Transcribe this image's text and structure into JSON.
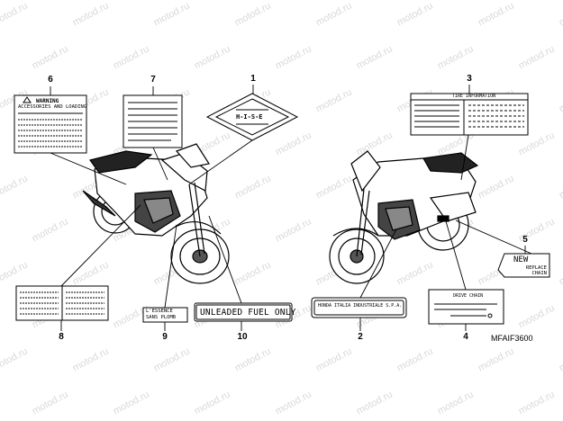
{
  "watermark": "motod.ru",
  "callouts": {
    "c1": "1",
    "c2": "2",
    "c3": "3",
    "c4": "4",
    "c5": "5",
    "c6": "6",
    "c7": "7",
    "c8": "8",
    "c9": "9",
    "c10": "10"
  },
  "labels": {
    "warning_title": "WARNING",
    "warning_subtitle": "ACCESSORIES AND LOADING",
    "diamond_text": "H-I-S-E",
    "tire_title": "TIRE INFORMATION",
    "replace_chain_new": "NEW",
    "replace_chain_text": "REPLACE CHAIN",
    "essence_text": "L'ESSENCE SANS PLOMB",
    "unleaded_text": "UNLEADED FUEL ONLY",
    "honda_text": "HONDA ITALIA INDUSTRIALE S.P.A.",
    "drive_chain_text": "DRIVE CHAIN"
  },
  "diagram_code": "MFAIF3600"
}
